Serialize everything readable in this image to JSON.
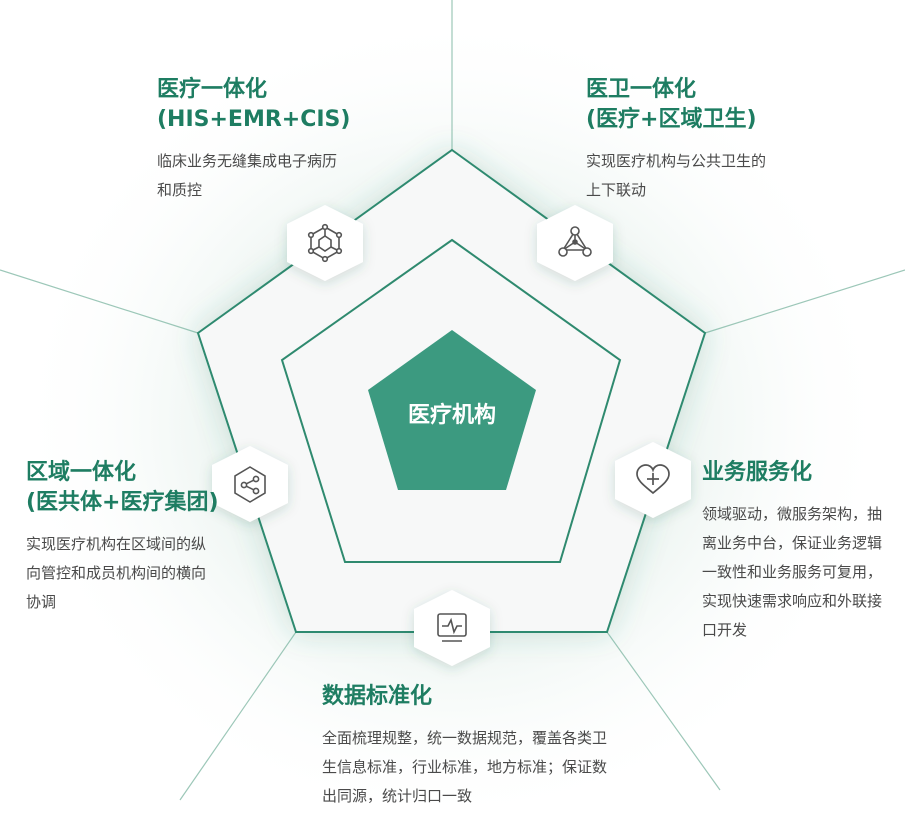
{
  "center": {
    "label": "医疗机构"
  },
  "colors": {
    "accent": "#1e7d62",
    "center_fill": "#3c9a80",
    "line": "#2f8a6f",
    "text": "#4a4a4a"
  },
  "nodes": [
    {
      "id": "top_left",
      "title_line1": "医疗一体化",
      "title_line2": "(HIS+EMR+CIS)",
      "description": "临床业务无缝集成电子病历和质控",
      "icon": "cube-network-icon"
    },
    {
      "id": "top_right",
      "title_line1": "医卫一体化",
      "title_line2": "(医疗+区域卫生)",
      "description": "实现医疗机构与公共卫生的上下联动",
      "icon": "triangle-network-icon"
    },
    {
      "id": "left",
      "title_line1": "区域一体化",
      "title_line2": "(医共体+医疗集团)",
      "description": "实现医疗机构在区域间的纵向管控和成员机构间的横向协调",
      "icon": "hexagon-share-icon"
    },
    {
      "id": "right",
      "title_line1": "业务服务化",
      "title_line2": "",
      "description": "领域驱动，微服务架构，抽离业务中台，保证业务逻辑一致性和业务服务可复用，实现快速需求响应和外联接口开发",
      "icon": "heart-plus-icon"
    },
    {
      "id": "bottom",
      "title_line1": "数据标准化",
      "title_line2": "",
      "description": "全面梳理规整，统一数据规范，覆盖各类卫生信息标准，行业标准，地方标准；保证数出同源，统计归口一致",
      "icon": "monitor-pulse-icon"
    }
  ]
}
